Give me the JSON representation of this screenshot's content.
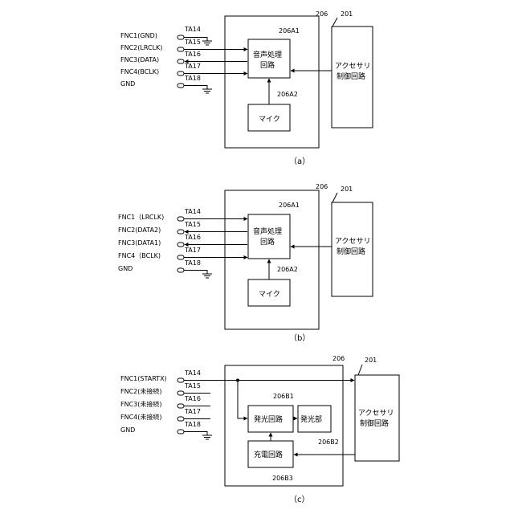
{
  "panel_a": {
    "caption": "（a）",
    "ref_206": "206",
    "ref_201": "201",
    "ref_206A1": "206A1",
    "ref_206A2": "206A2",
    "audio_label": [
      "音声処理",
      "回路"
    ],
    "mic_label": "マイク",
    "acc_label": [
      "アクセサリ",
      "制御回路"
    ],
    "fnc": [
      "FNC1(GND)",
      "FNC2(LRCLK)",
      "FNC3(DATA)",
      "FNC4(BCLK)",
      "GND"
    ],
    "ta": [
      "TA14",
      "TA15",
      "TA16",
      "TA17",
      "TA18"
    ]
  },
  "panel_b": {
    "caption": "（b）",
    "ref_206": "206",
    "ref_201": "201",
    "ref_206A1": "206A1",
    "ref_206A2": "206A2",
    "audio_label": [
      "音声処理",
      "回路"
    ],
    "mic_label": "マイク",
    "acc_label": [
      "アクセサリ",
      "制御回路"
    ],
    "fnc": [
      "FNC1（LRCLK)",
      "FNC2(DATA2)",
      "FNC3(DATA1)",
      "FNC4（BCLK)",
      "GND"
    ],
    "ta": [
      "TA14",
      "TA15",
      "TA16",
      "TA17",
      "TA18"
    ]
  },
  "panel_c": {
    "caption": "（c）",
    "ref_206": "206",
    "ref_201": "201",
    "ref_206B1": "206B1",
    "ref_206B2": "206B2",
    "ref_206B3": "206B3",
    "emit_circuit_label": "発光回路",
    "emitter_label": "発光部",
    "charge_label": "充電回路",
    "acc_label": [
      "アクセサリ",
      "制御回路"
    ],
    "fnc": [
      "FNC1(STARTX)",
      "FNC2(未接続)",
      "FNC3(未接続)",
      "FNC4(未接続)",
      "GND"
    ],
    "ta": [
      "TA14",
      "TA15",
      "TA16",
      "TA17",
      "TA18"
    ]
  }
}
